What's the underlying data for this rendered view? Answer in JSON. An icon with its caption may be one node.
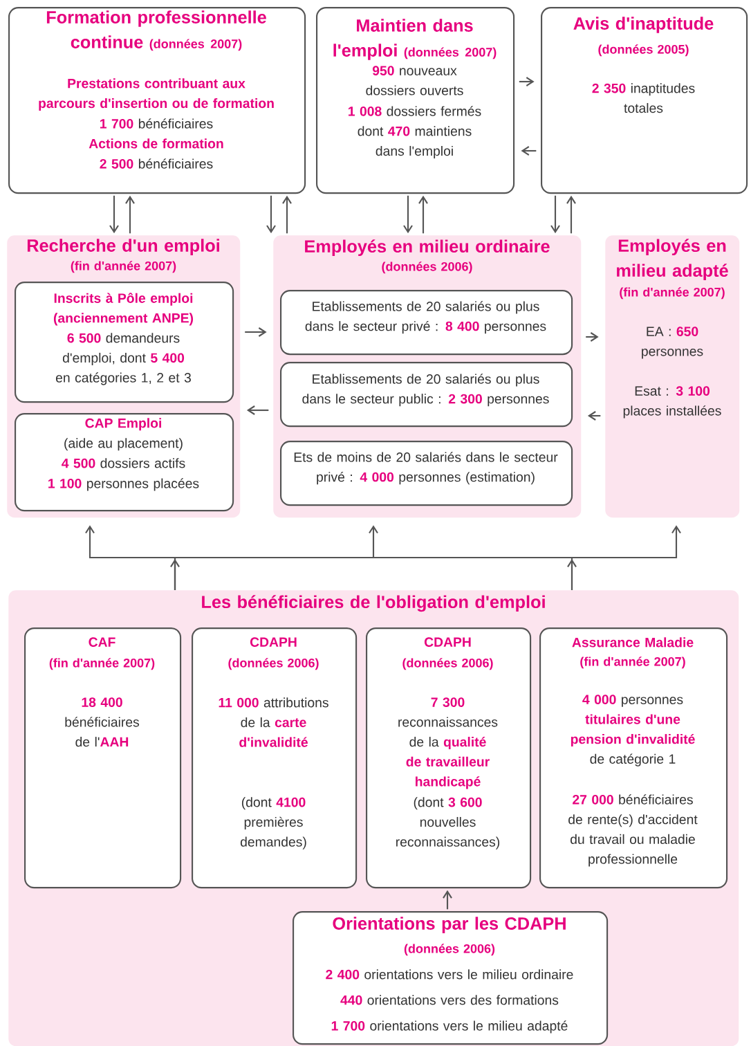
{
  "diagram": {
    "nodes": [
      {
        "text": [
          "Formation professionnelle continue",
          "(données 2007)",
          "Prestations contribuant aux parcours d'insertion ou de formation",
          "**1 700** bénéficiaires",
          "Actions de formation",
          "**2 500** bénéficiaires"
        ]
      },
      {
        "text": [
          "Maintien dans l'emploi",
          "(données 2007)",
          "**950** nouveaux dossiers ouverts",
          "**1 008** dossiers fermés",
          "dont **470** maintiens dans l'emploi"
        ]
      },
      {
        "text": [
          "Avis d'inaptitude",
          "(données 2005)",
          "**2 350** inaptitudes totales"
        ]
      },
      {
        "text": [
          "Recherche d'un emploi",
          "(fin d'année 2007)"
        ]
      },
      {
        "text": [
          "Inscrits à Pôle emploi (anciennement ANPE)",
          "**6 500** demandeurs d'emploi, dont **5 400** en catégories 1, 2 et 3"
        ],
        "in": 3
      },
      {
        "text": [
          "CAP Emploi",
          "(aide au placement)",
          "**4 500** dossiers actifs",
          "**1 100** personnes placées"
        ],
        "in": 3
      },
      {
        "text": [
          "Employés en milieu ordinaire",
          "(données 2006)"
        ]
      },
      {
        "text": [
          "Etablissements de 20 salariés ou plus dans le secteur privé : **8 400** personnes"
        ],
        "in": 6
      },
      {
        "text": [
          "Etablissements de 20 salariés ou plus dans le secteur public : **2 300** personnes"
        ],
        "in": 6
      },
      {
        "text": [
          "Ets de moins de 20 salariés dans le secteur privé : **4 000** personnes (estimation)"
        ],
        "in": 6
      },
      {
        "text": [
          "Employés en milieu adapté",
          "(fin d'année 2007)",
          "EA : **650** personnes",
          "Esat : **3 100** places installées"
        ]
      },
      {
        "text": [
          "Les bénéficiaires de l'obligation d'emploi"
        ]
      },
      {
        "text": [
          "CAF",
          "(fin d'année 2007)",
          "**18 400** bénéficiaires de l'**AAH**"
        ],
        "in": 11
      },
      {
        "text": [
          "CDAPH",
          "(données 2006)",
          "**11 000** attributions de la **carte d'invalidité**",
          "(dont **4100** premières demandes)"
        ],
        "in": 11
      },
      {
        "text": [
          "CDAPH",
          "(données 2006)",
          "**7 300** reconnaissances de la **qualité de travailleur handicapé**",
          "(dont **3 600** nouvelles reconnaissances)"
        ],
        "in": 11
      },
      {
        "text": [
          "Assurance Maladie",
          "(fin d'année 2007)",
          "**4 000** personnes **titulaires d'une pension d'invalidité** de catégorie 1",
          "**27 000** bénéficiaires de rente(s) d'accident du travail ou maladie professionnelle"
        ],
        "in": 11
      },
      {
        "text": [
          "Orientations par les CDAPH",
          "(données 2006)",
          "**2 400** orientations vers le milieu ordinaire",
          "**440** orientations vers des formations",
          "**1 700** orientations vers le milieu adapté"
        ],
        "in": 11
      }
    ],
    "edges": [
      {
        "from": 0,
        "to": 3,
        "arrow": "to"
      },
      {
        "from": 3,
        "to": 0,
        "arrow": "to"
      },
      {
        "from": 0,
        "to": 6,
        "arrow": "to"
      },
      {
        "from": 6,
        "to": 0,
        "arrow": "to"
      },
      {
        "from": 1,
        "to": 6,
        "arrow": "to"
      },
      {
        "from": 6,
        "to": 1,
        "arrow": "to"
      },
      {
        "from": 2,
        "to": 6,
        "arrow": "to"
      },
      {
        "from": 6,
        "to": 2,
        "arrow": "to"
      },
      {
        "from": 1,
        "to": 2,
        "arrow": "to"
      },
      {
        "from": 2,
        "to": 1,
        "arrow": "to"
      },
      {
        "from": 3,
        "to": 6,
        "arrow": "to"
      },
      {
        "from": 6,
        "to": 3,
        "arrow": "to"
      },
      {
        "from": 6,
        "to": 10,
        "arrow": "to"
      },
      {
        "from": 10,
        "to": 6,
        "arrow": "to"
      },
      {
        "from": 11,
        "to": 3,
        "arrow": "to"
      },
      {
        "from": 11,
        "to": 6,
        "arrow": "to"
      },
      {
        "from": 11,
        "to": 10,
        "arrow": "to"
      },
      {
        "from": 16,
        "to": 14,
        "arrow": "to"
      }
    ]
  }
}
